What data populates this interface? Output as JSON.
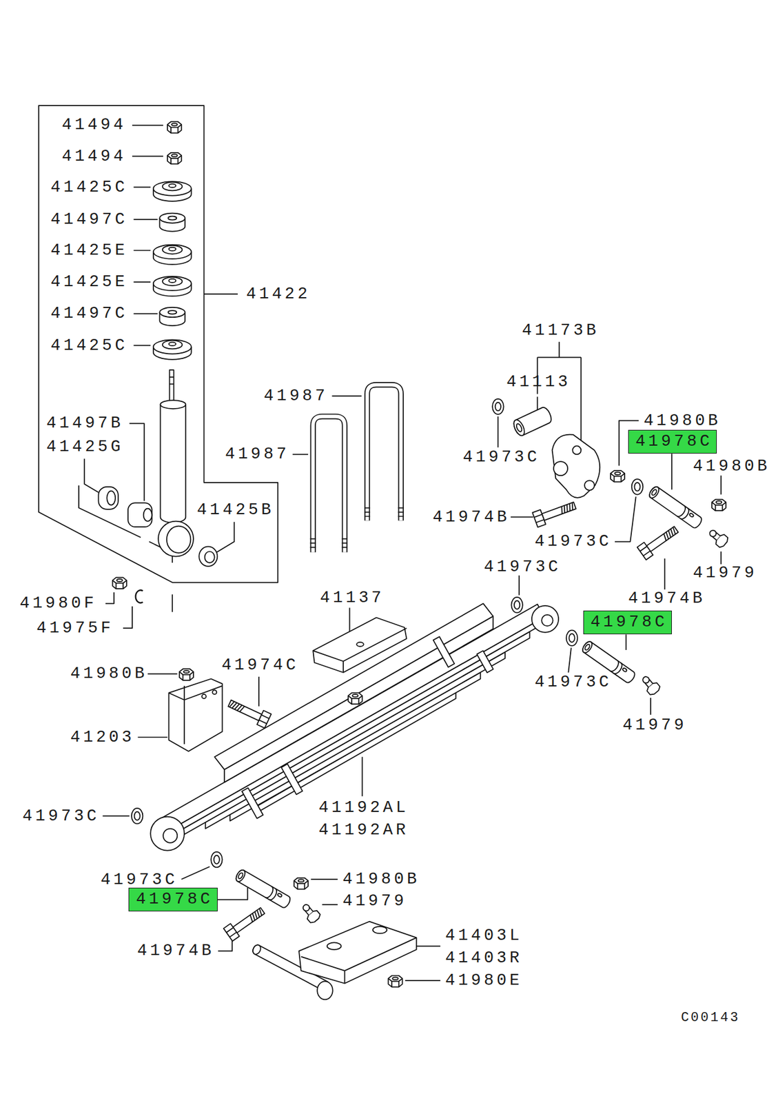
{
  "diagram": {
    "nodes": [
      {
        "text": [
          "41978C"
        ]
      },
      {
        "text": [
          "41978C"
        ]
      },
      {
        "text": [
          "41978C"
        ]
      }
    ],
    "labels": [
      "41494",
      "41494",
      "41425C",
      "41497C",
      "41425E",
      "41425E",
      "41497C",
      "41425C",
      "41422",
      "41173B",
      "41113",
      "41987",
      "41980B",
      "41497B",
      "41425G",
      "41987",
      "41973C",
      "41980B",
      "41425B",
      "41974B",
      "41973C",
      "41973C",
      "41979",
      "41137",
      "41974B",
      "41980F",
      "41975F",
      "41974C",
      "41980B",
      "41973C",
      "41979",
      "41203",
      "41192AL",
      "41973C",
      "41192AR",
      "41980B",
      "41973C",
      "41979",
      "41403L",
      "41974B",
      "41403R",
      "41980E",
      "C00143"
    ]
  }
}
